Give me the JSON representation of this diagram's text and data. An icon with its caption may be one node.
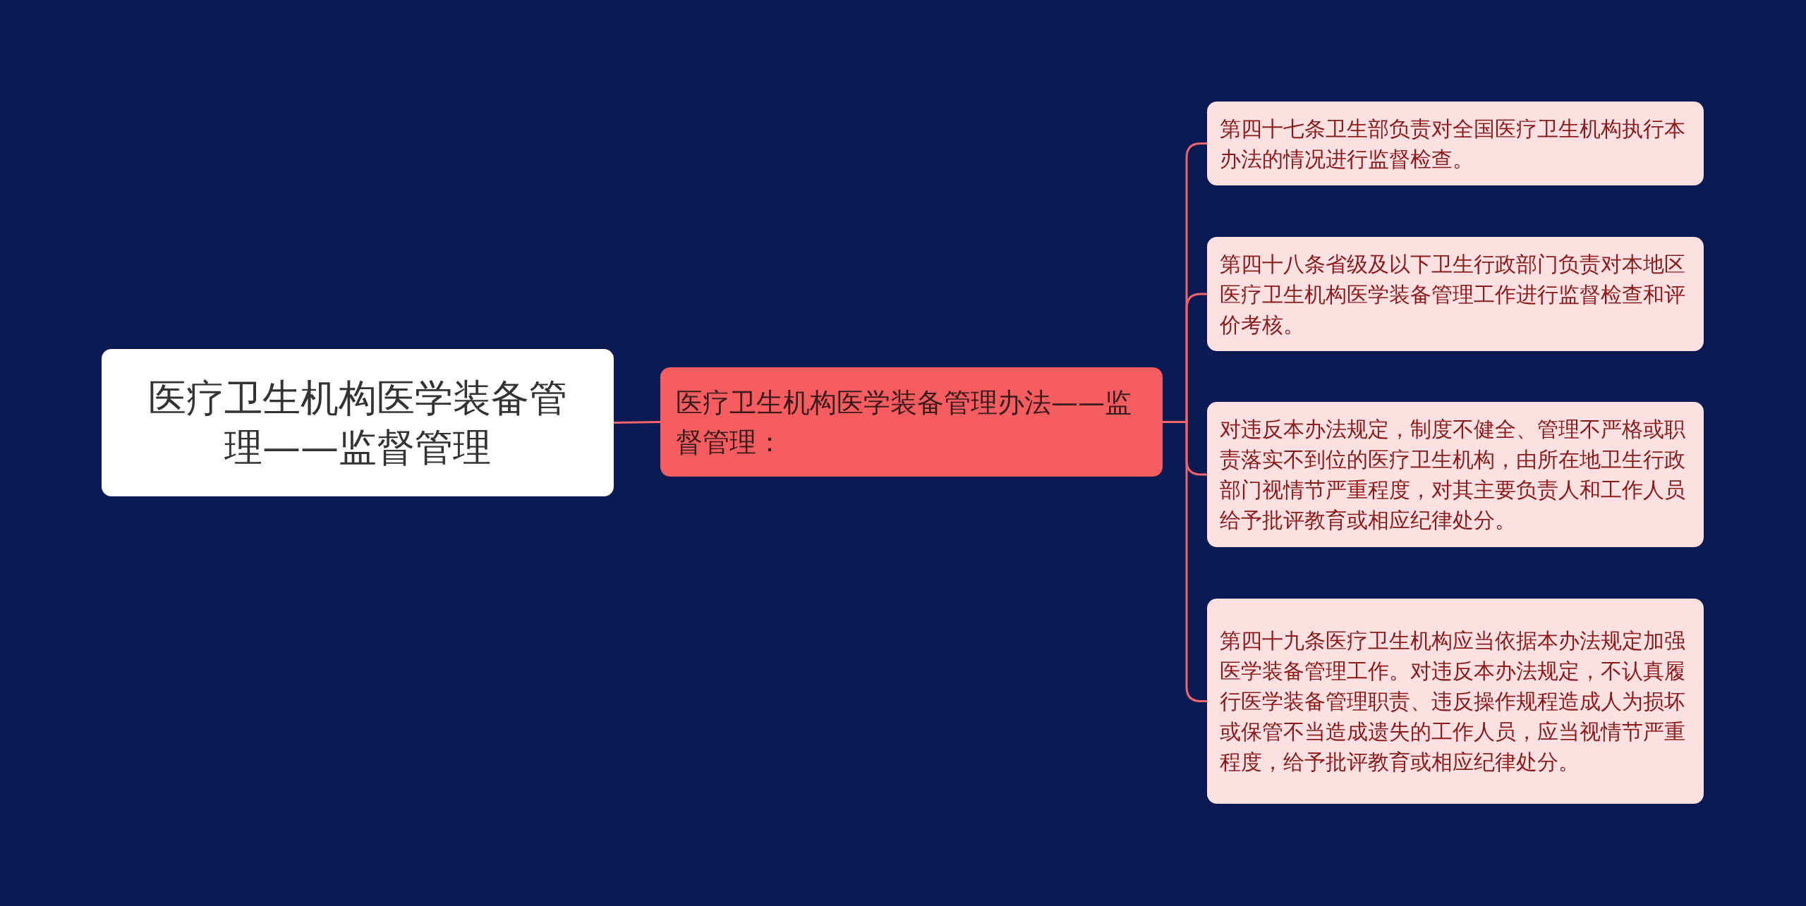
{
  "diagram": {
    "nodes": [
      {
        "text": [
          "医疗卫生机构医学装备管理——监督管理"
        ]
      },
      {
        "text": [
          "医疗卫生机构医学装备管理办法——监督管理："
        ]
      },
      {
        "text": [
          "第四十七条卫生部负责对全国医疗卫生机构执行本办法的情况进行监督检查。"
        ]
      },
      {
        "text": [
          "第四十八条省级及以下卫生行政部门负责对本地区医疗卫生机构医学装备管理工作进行监督检查和评价考核。"
        ]
      },
      {
        "text": [
          "对违反本办法规定，制度不健全、管理不严格或职责落实不到位的医疗卫生机构，由所在地卫生行政部门视情节严重程度，对其主要负责人和工作人员给予批评教育或相应纪律处分。"
        ]
      },
      {
        "text": [
          "第四十九条医疗卫生机构应当依据本办法规定加强医学装备管理工作。对违反本办法规定，不认真履行医学装备管理职责、违反操作规程造成人为损坏或保管不当造成遗失的工作人员，应当视情节严重程度，给予批评教育或相应纪律处分。"
        ]
      }
    ],
    "edges": [
      {
        "from": 0,
        "to": 1,
        "arrow": "none"
      },
      {
        "from": 1,
        "to": 2,
        "arrow": "none"
      },
      {
        "from": 1,
        "to": 3,
        "arrow": "none"
      },
      {
        "from": 1,
        "to": 4,
        "arrow": "none"
      },
      {
        "from": 1,
        "to": 5,
        "arrow": "none"
      }
    ]
  }
}
